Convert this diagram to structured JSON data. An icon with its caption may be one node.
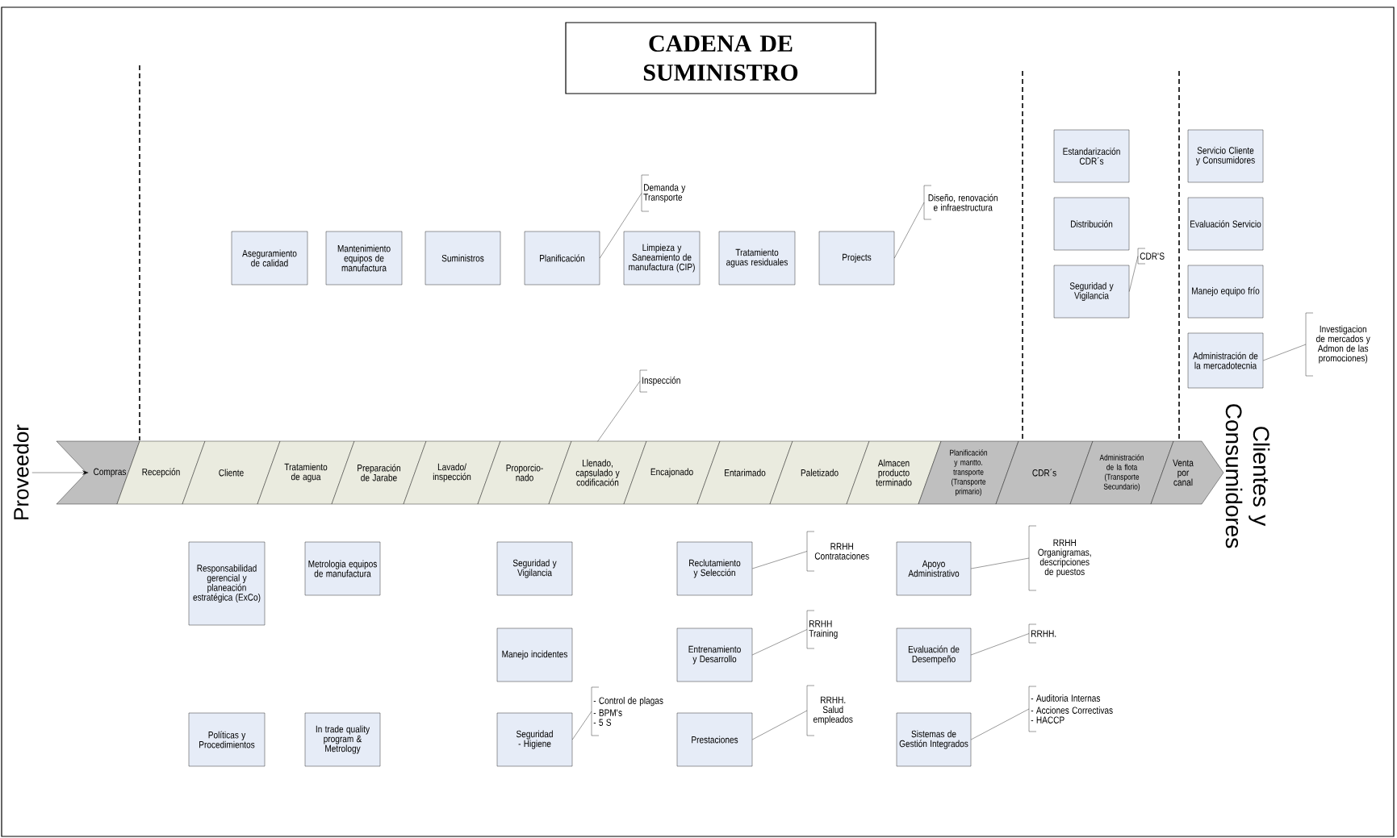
{
  "diagram": {
    "title": "CADENA DE SUMINISTRO",
    "nodes": [
      {
        "text": [
          "Aseguramiento de calidad"
        ]
      },
      {
        "text": [
          "Mantenimiento equipos de manufactura"
        ]
      },
      {
        "text": [
          "Suministros"
        ]
      },
      {
        "text": [
          "Planificación"
        ]
      },
      {
        "text": [
          "Demanda y Transporte"
        ]
      },
      {
        "text": [
          "Limpieza y Saneamiento de manufactura (CIP)"
        ]
      },
      {
        "text": [
          "Tratamiento aguas residuales"
        ]
      },
      {
        "text": [
          "Projects"
        ]
      },
      {
        "text": [
          "Diseño, renovación e infraestructura"
        ]
      },
      {
        "text": [
          "Estandarización CDR´s"
        ]
      },
      {
        "text": [
          "Servicio Cliente y Consumidores"
        ]
      },
      {
        "text": [
          "Distribución"
        ]
      },
      {
        "text": [
          "Evaluación Servicio"
        ]
      },
      {
        "text": [
          "CDR'S"
        ]
      },
      {
        "text": [
          "Seguridad y Vigilancia"
        ]
      },
      {
        "text": [
          "Manejo equipo frío"
        ]
      },
      {
        "text": [
          "Administración de la mercadotecnia"
        ]
      },
      {
        "text": [
          "Investigacion de mercados y Admon de las promociones)"
        ]
      },
      {
        "text": [
          "Inspección"
        ]
      },
      {
        "text": [
          "Proveedor"
        ]
      },
      {
        "text": [
          "Compras"
        ]
      },
      {
        "text": [
          "Recepción"
        ]
      },
      {
        "text": [
          "Cliente"
        ]
      },
      {
        "text": [
          "Tratamiento de agua"
        ]
      },
      {
        "text": [
          "Preparación de Jarabe"
        ]
      },
      {
        "text": [
          "Lavado/ inspección"
        ]
      },
      {
        "text": [
          "Proporcio- nado"
        ]
      },
      {
        "text": [
          "Llenado, capsulado y codificación"
        ]
      },
      {
        "text": [
          "Encajonado"
        ]
      },
      {
        "text": [
          "Entarimado"
        ]
      },
      {
        "text": [
          "Paletizado"
        ]
      },
      {
        "text": [
          "Almacen producto terminado"
        ]
      },
      {
        "text": [
          "Planificación y mantto. transporte (Transporte primario)"
        ]
      },
      {
        "text": [
          "CDR´s"
        ]
      },
      {
        "text": [
          "Administración de la flota (Transporte Secundario)"
        ]
      },
      {
        "text": [
          "Venta por canal"
        ]
      },
      {
        "text": [
          "Responsabilidad gerencial y planeación estratégica (ExCo)"
        ]
      },
      {
        "text": [
          "Metrologia equipos de manufactura"
        ]
      },
      {
        "text": [
          "Seguridad y Vigilancia"
        ]
      },
      {
        "text": [
          "Reclutamiento y Selección"
        ]
      },
      {
        "text": [
          "RRHH",
          "Contrataciones"
        ]
      },
      {
        "text": [
          "Apoyo Administrativo"
        ]
      },
      {
        "text": [
          "RRHH",
          "Organigramas, descripciones de puestos"
        ]
      },
      {
        "text": [
          "Manejo incidentes"
        ]
      },
      {
        "text": [
          "Entrenamiento y Desarrollo"
        ]
      },
      {
        "text": [
          "RRHH",
          "Training"
        ]
      },
      {
        "text": [
          "Evaluación de Desempeño"
        ]
      },
      {
        "text": [
          "RRHH."
        ]
      },
      {
        "text": [
          "Políticas y Procedimientos"
        ]
      },
      {
        "text": [
          "In trade quality program & Metrology"
        ]
      },
      {
        "text": [
          "Seguridad - Higiene"
        ]
      },
      {
        "text": [
          "- Control de plagas",
          "- BPM's",
          "- 5 S"
        ]
      },
      {
        "text": [
          "Prestaciones"
        ]
      },
      {
        "text": [
          "RRHH.",
          "Salud empleados"
        ]
      },
      {
        "text": [
          "Sistemas de Gestión Integrados"
        ]
      },
      {
        "text": [
          "- Auditoria Internas",
          "- Acciones Correctivas",
          "- HACCP"
        ]
      }
    ],
    "edges": [
      {
        "from": 3,
        "to": 4,
        "arrow": "none"
      },
      {
        "from": 7,
        "to": 8,
        "arrow": "none"
      },
      {
        "from": 14,
        "to": 13,
        "arrow": "none"
      },
      {
        "from": 16,
        "to": 17,
        "arrow": "none"
      },
      {
        "from": 27,
        "to": 18,
        "arrow": "none"
      },
      {
        "from": 19,
        "to": 20,
        "arrow": "to"
      },
      {
        "from": 39,
        "to": 40,
        "arrow": "none"
      },
      {
        "from": 41,
        "to": 42,
        "arrow": "none"
      },
      {
        "from": 44,
        "to": 45,
        "arrow": "none"
      },
      {
        "from": 46,
        "to": 47,
        "arrow": "none"
      },
      {
        "from": 50,
        "to": 51,
        "arrow": "none"
      },
      {
        "from": 52,
        "to": 53,
        "arrow": "none"
      },
      {
        "from": 54,
        "to": 55,
        "arrow": "none"
      }
    ],
    "labels": [
      "Clientes y Consumidores"
    ]
  }
}
